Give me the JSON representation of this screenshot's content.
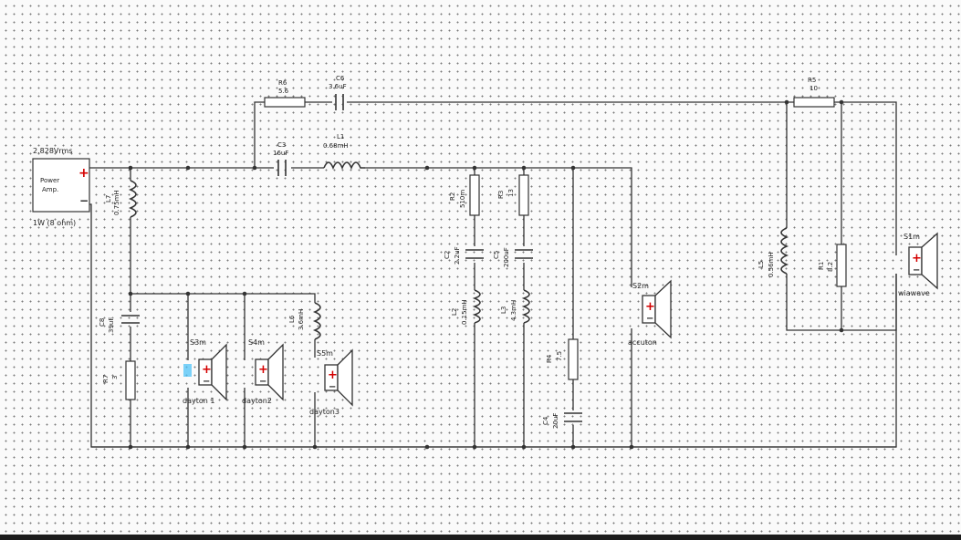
{
  "source": {
    "top_label": "2.828Vrms",
    "line1": "Power",
    "line2": "Amp.",
    "bottom_label": "1W (8 ohm)"
  },
  "components": {
    "R6_top": {
      "name": "R6",
      "value": "5.6"
    },
    "C6": {
      "name": "C6",
      "value": "3.6uF"
    },
    "C3": {
      "name": "C3",
      "value": "16uF"
    },
    "L1": {
      "name": "L1",
      "value": "0.68mH"
    },
    "R5": {
      "name": "R5",
      "value": "10"
    },
    "L7": {
      "name": "L7",
      "value": "0.75mH"
    },
    "C8": {
      "name": "C8",
      "value": "39uF"
    },
    "R7": {
      "name": "R7",
      "value": "3"
    },
    "L6": {
      "name": "L6",
      "value": "3.6mH"
    },
    "R2": {
      "name": "R2",
      "value": "510m"
    },
    "R3": {
      "name": "R3",
      "value": "13"
    },
    "C2": {
      "name": "C2",
      "value": "2.2uF"
    },
    "C5": {
      "name": "C5",
      "value": "200uF"
    },
    "L2": {
      "name": "L2",
      "value": "0.15mH"
    },
    "L3": {
      "name": "L3",
      "value": "4.3mH"
    },
    "R4": {
      "name": "R4",
      "value": "7.5"
    },
    "C4": {
      "name": "C4",
      "value": "20uF"
    },
    "L5": {
      "name": "L5",
      "value": "0.56mH"
    },
    "R1": {
      "name": "R1",
      "value": "8.2"
    }
  },
  "speakers": {
    "S3m": {
      "name": "S3m",
      "label": "dayton 1"
    },
    "S4m": {
      "name": "S4m",
      "label": "dayton2"
    },
    "S5m": {
      "name": "S5m",
      "label": "dayton3"
    },
    "S2m": {
      "name": "S2m",
      "label": "accuton"
    },
    "S1m": {
      "name": "S1m",
      "label": "wiawave"
    }
  },
  "symbols": {
    "plus": "+",
    "minus": "−"
  },
  "colors": {
    "wire": "#333333",
    "plus": "#d40000",
    "highlight": "#4fc3f7"
  }
}
